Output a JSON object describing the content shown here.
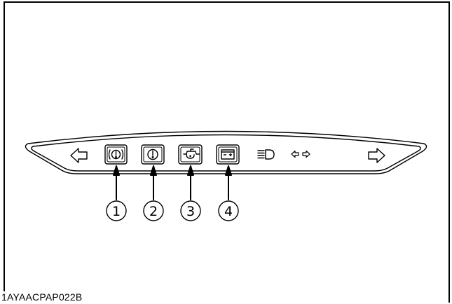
{
  "figure": {
    "reference_code": "1AYAACPAP022B",
    "panel": "instrument-panel-indicator-strip",
    "indicators": [
      {
        "icon": "turn-left-arrow-icon"
      },
      {
        "icon": "brake-warning-icon",
        "callout": "1"
      },
      {
        "icon": "master-warning-icon",
        "callout": "2"
      },
      {
        "icon": "oil-pressure-icon",
        "callout": "3"
      },
      {
        "icon": "battery-charge-icon",
        "callout": "4"
      },
      {
        "icon": "high-beam-icon"
      },
      {
        "icon": "hazard-arrows-icon"
      },
      {
        "icon": "turn-right-arrow-icon"
      }
    ],
    "callouts": [
      "1",
      "2",
      "3",
      "4"
    ]
  },
  "colors": {
    "line": "#000000",
    "background": "#ffffff"
  }
}
